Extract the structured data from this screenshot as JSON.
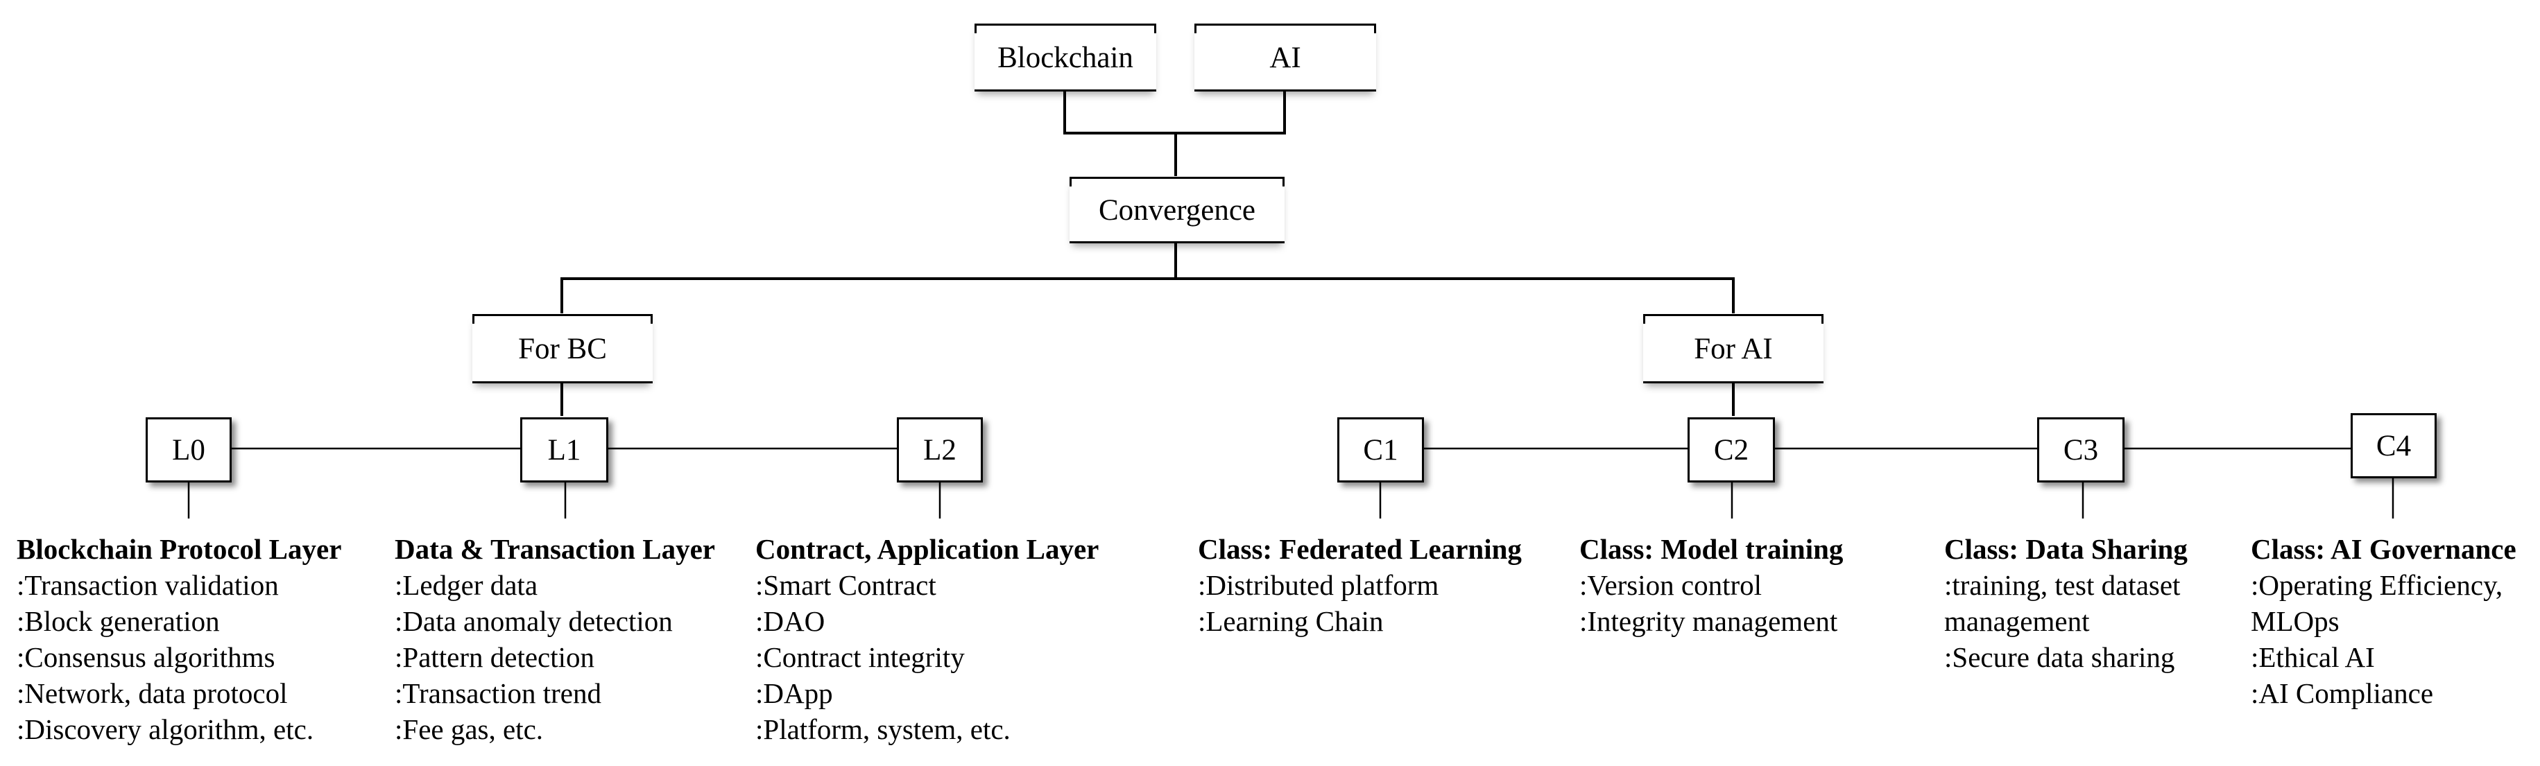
{
  "top": {
    "blockchain": "Blockchain",
    "ai": "AI"
  },
  "convergence": "Convergence",
  "branches": {
    "bc": "For BC",
    "ai": "For AI"
  },
  "layers": [
    {
      "id": "L0",
      "title": "Blockchain Protocol Layer",
      "items": [
        ":Transaction validation",
        ":Block generation",
        ":Consensus algorithms",
        ":Network, data protocol",
        ":Discovery algorithm, etc."
      ]
    },
    {
      "id": "L1",
      "title": "Data & Transaction Layer",
      "items": [
        ":Ledger data",
        ":Data anomaly detection",
        ":Pattern detection",
        ":Transaction trend",
        ":Fee gas, etc."
      ]
    },
    {
      "id": "L2",
      "title": "Contract, Application Layer",
      "items": [
        ":Smart Contract",
        ":DAO",
        ":Contract integrity",
        ":DApp",
        ":Platform, system, etc."
      ]
    }
  ],
  "classes": [
    {
      "id": "C1",
      "title": "Class: Federated Learning",
      "items": [
        ":Distributed platform",
        ":Learning Chain"
      ]
    },
    {
      "id": "C2",
      "title": "Class: Model training",
      "items": [
        ":Version control",
        ":Integrity management"
      ]
    },
    {
      "id": "C3",
      "title": "Class: Data Sharing",
      "items": [
        ":training, test dataset",
        "management",
        ":Secure data sharing"
      ]
    },
    {
      "id": "C4",
      "title": "Class: AI Governance",
      "items": [
        ":Operating Efficiency,",
        " MLOps",
        ":Ethical AI",
        ":AI Compliance"
      ]
    }
  ]
}
